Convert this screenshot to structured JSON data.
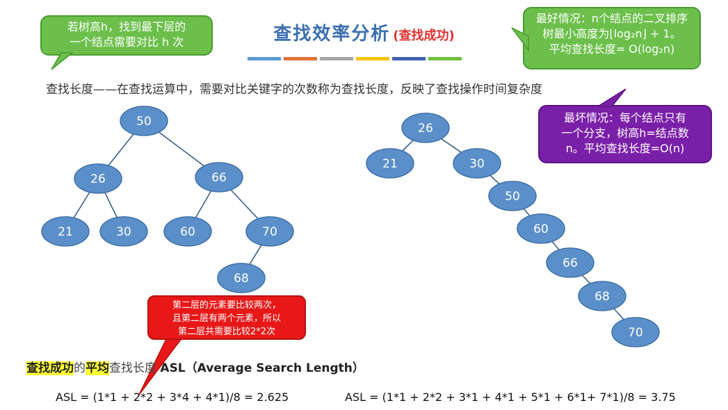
{
  "title": "查找效率分析",
  "title_suffix": "(查找成功)",
  "color_bar": [
    "#5b9bd5",
    "#e0743a",
    "#a5a5a5",
    "#f2c500",
    "#4060b0",
    "#70c040"
  ],
  "definition": "查找长度——在查找运算中，需要对比关键字的次数称为查找长度，反映了查找操作时间复杂度",
  "bubble_height": {
    "line1": "若树高h，找到最下层的",
    "line2": "一个结点需要对比 h 次"
  },
  "bubble_best": {
    "line1": "最好情况：n个结点的二叉排序",
    "line2": "树最小高度为⌊log₂n⌋ + 1。",
    "line3": "平均查找长度= O(log₂n)"
  },
  "bubble_worst": {
    "line1": "最坏情况：每个结点只有",
    "line2": "一个分支，树高h=结点数",
    "line3": "n。平均查找长度=O(n)"
  },
  "bubble_level": {
    "line1": "第二层的元素要比较两次，",
    "line2": "且第二层有两个元素，所以",
    "line3": "第二层共需要比较2*2次"
  },
  "tree_balanced": {
    "nodes": [
      {
        "id": "n50",
        "label": "50"
      },
      {
        "id": "n26",
        "label": "26"
      },
      {
        "id": "n66",
        "label": "66"
      },
      {
        "id": "n21",
        "label": "21"
      },
      {
        "id": "n30",
        "label": "30"
      },
      {
        "id": "n60",
        "label": "60"
      },
      {
        "id": "n70",
        "label": "70"
      },
      {
        "id": "n68",
        "label": "68"
      }
    ],
    "edges": [
      [
        "n50",
        "n26"
      ],
      [
        "n50",
        "n66"
      ],
      [
        "n26",
        "n21"
      ],
      [
        "n26",
        "n30"
      ],
      [
        "n66",
        "n60"
      ],
      [
        "n66",
        "n70"
      ],
      [
        "n70",
        "n68"
      ]
    ]
  },
  "tree_chain": {
    "nodes": [
      {
        "id": "c26",
        "label": "26"
      },
      {
        "id": "c21",
        "label": "21"
      },
      {
        "id": "c30",
        "label": "30"
      },
      {
        "id": "c50",
        "label": "50"
      },
      {
        "id": "c60",
        "label": "60"
      },
      {
        "id": "c66",
        "label": "66"
      },
      {
        "id": "c68",
        "label": "68"
      },
      {
        "id": "c70",
        "label": "70"
      }
    ],
    "edges": [
      [
        "c26",
        "c21"
      ],
      [
        "c26",
        "c30"
      ],
      [
        "c30",
        "c50"
      ],
      [
        "c50",
        "c60"
      ],
      [
        "c60",
        "c66"
      ],
      [
        "c66",
        "c68"
      ],
      [
        "c68",
        "c70"
      ]
    ]
  },
  "asl_heading": {
    "part1": "查找成功",
    "part2": "的",
    "part3": "平均",
    "part4": "查找长度 ",
    "part5": "ASL（Average Search Length）"
  },
  "asl_balanced": "ASL = (1*1 + 2*2 + 3*4 + 4*1)/8 = 2.625",
  "asl_chain": "ASL = (1*1 + 2*2 + 3*1 + 4*1 + 5*1 + 6*1+ 7*1)/8 = 3.75",
  "node_color": "#5b8fc9",
  "node_border": "#3f70a8"
}
